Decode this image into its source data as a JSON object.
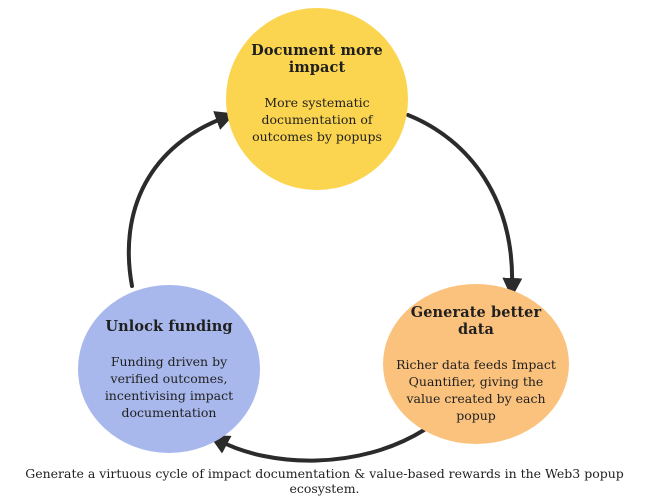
{
  "nodes": {
    "top": {
      "title": "Document more impact",
      "body": "More systematic documentation of outcomes by popups",
      "color": "#fbd54f"
    },
    "right": {
      "title": "Generate better data",
      "body": "Richer data feeds Impact Quantifier, giving the value created by each popup",
      "color": "#fbc27e"
    },
    "left": {
      "title": "Unlock funding",
      "body": "Funding driven by verified outcomes, incentivising impact documentation",
      "color": "#a9b8ec"
    }
  },
  "caption": "Generate a virtuous cycle of impact documentation & value-based rewards in the Web3 popup ecosystem.",
  "arrow_color": "#2b2b2b"
}
